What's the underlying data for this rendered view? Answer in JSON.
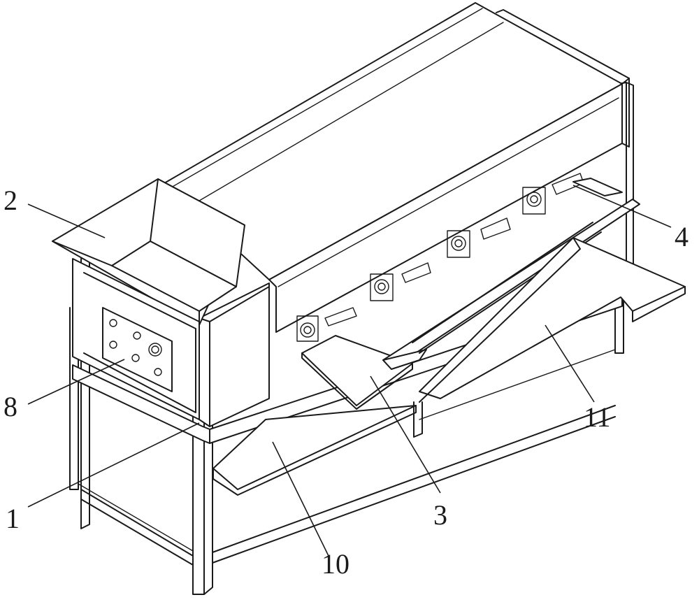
{
  "labels": {
    "frame": "1",
    "hopper": "2",
    "sorting_plate": "3",
    "upper_plate": "4",
    "control_panel": "8",
    "front_chute": "10",
    "rear_chute": "11"
  }
}
